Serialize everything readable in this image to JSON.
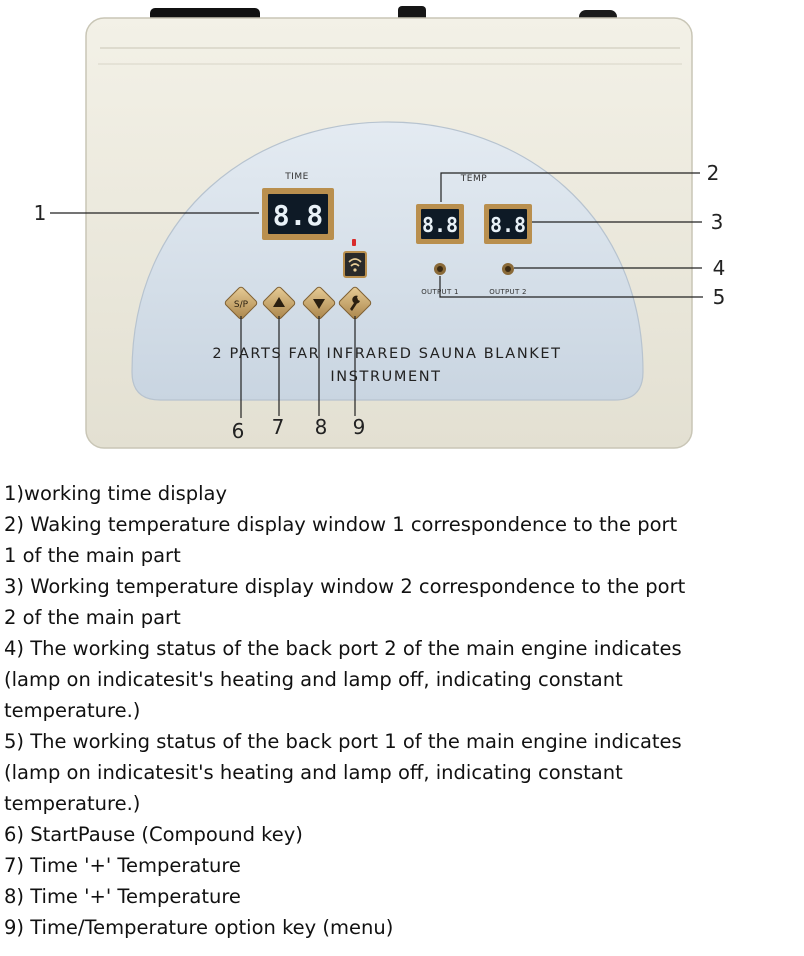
{
  "panel": {
    "time_label": "TIME",
    "temp_label": "TEMP",
    "time_digits": "8.8",
    "temp1_digits": "8.8",
    "temp2_digits": "8.8",
    "output1_label": "OUTPUT 1",
    "output2_label": "OUTPUT 2",
    "startpause_key": "S/P",
    "title_line1": "2 PARTS FAR INFRARED SAUNA BLANKET",
    "title_line2": "INSTRUMENT"
  },
  "callouts": [
    "1",
    "2",
    "3",
    "4",
    "5",
    "6",
    "7",
    "8",
    "9"
  ],
  "legend": [
    "1)working time display",
    "2) Waking temperature display window 1 correspondence to the port",
    "1 of the main part",
    "3) Working temperature display window 2 correspondence to the port",
    "2 of the main part",
    "4) The working status of the back port 2 of the main engine indicates",
    "(lamp on indicatesit's heating and lamp off, indicating constant",
    "temperature.)",
    "5) The working status of the back port 1 of the main engine indicates",
    "(lamp on indicatesit's heating and lamp off, indicating constant",
    "temperature.)",
    "6) StartPause (Compound key)",
    "7) Time '+' Temperature",
    "8) Time '+' Temperature",
    "9) Time/Temperature option key (menu)"
  ],
  "colors": {
    "casing": "#ece9dd",
    "faceplate": "#d6e0ea",
    "lcd_frame": "#b98f4e",
    "lcd_screen": "#0e1a26",
    "key": "#c9a66b",
    "led": "#d92b2b"
  },
  "icons": [
    "wifi-icon",
    "wrench-icon",
    "up-arrow-icon",
    "down-arrow-icon",
    "led-indicator-icon"
  ]
}
